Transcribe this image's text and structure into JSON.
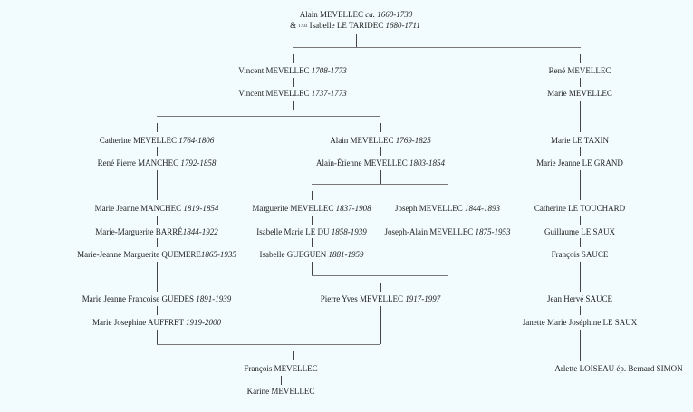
{
  "root": {
    "line1": {
      "name": "Alain MEVELLEC",
      "dates": "ca. 1660-1730"
    },
    "line2": {
      "prefix": "& ",
      "marriage_year": "1703",
      "name": " Isabelle LE TARIDEC ",
      "dates": "1680-1711"
    }
  },
  "left": {
    "gen1": {
      "name": "Vincent MEVELLEC ",
      "dates": "1708-1773"
    },
    "gen2": {
      "name": "Vincent MEVELLEC ",
      "dates": "1737-1773"
    },
    "branch_a": [
      {
        "name": "Catherine MEVELLEC ",
        "dates": "1764-1806"
      },
      {
        "name": "René Pierre MANCHEC ",
        "dates": "1792-1858"
      },
      {
        "name": "Marie Jeanne MANCHEC ",
        "dates": "1819-1854"
      },
      {
        "name": "Marie-Marguerite BARRÉ",
        "dates": "1844-1922"
      },
      {
        "name": "Marie-Jeanne Marguerite QUEMERE",
        "dates": "1865-1935"
      },
      {
        "name": "Marie Jeanne Francoise GUEDES ",
        "dates": "1891-1939"
      },
      {
        "name": "Marie Josephine AUFFRET ",
        "dates": "1919-2000"
      }
    ],
    "branch_b": {
      "top": [
        {
          "name": "Alain MEVELLEC ",
          "dates": "1769-1825"
        },
        {
          "name": "Alain-Étienne MEVELLEC ",
          "dates": "1803-1854"
        }
      ],
      "sub_left": [
        {
          "name": "Marguerite MEVELLEC ",
          "dates": "1837-1908"
        },
        {
          "name": "Isabelle Marie LE DU ",
          "dates": "1858-1939"
        },
        {
          "name": "Isabelle GUEGUEN ",
          "dates": "1881-1959"
        }
      ],
      "sub_right": [
        {
          "name": "Joseph MEVELLEC ",
          "dates": "1844-1893"
        },
        {
          "name": "Joseph-Alain MEVELLEC ",
          "dates": "1875-1953"
        }
      ],
      "merged": {
        "name": "Pierre Yves MEVELLEC ",
        "dates": "1917-1997"
      }
    },
    "bottom": [
      {
        "name": "François MEVELLEC"
      },
      {
        "name": "Karine MEVELLEC"
      }
    ]
  },
  "right": {
    "items": [
      {
        "name": "René MEVELLEC"
      },
      {
        "name": "Marie MEVELLEC"
      },
      {
        "name": "Marie LE TAXIN"
      },
      {
        "name": "Marie Jeanne LE GRAND"
      },
      {
        "name": "Catherine LE TOUCHARD"
      },
      {
        "name": "Guillaume LE SAUX"
      },
      {
        "name": "François SAUCE"
      },
      {
        "name": "Jean Hervé SAUCE"
      },
      {
        "name": "Janette Marie Joséphine LE SAUX"
      },
      {
        "name": "Arlette LOISEAU ép. Bernard SIMON"
      }
    ]
  }
}
